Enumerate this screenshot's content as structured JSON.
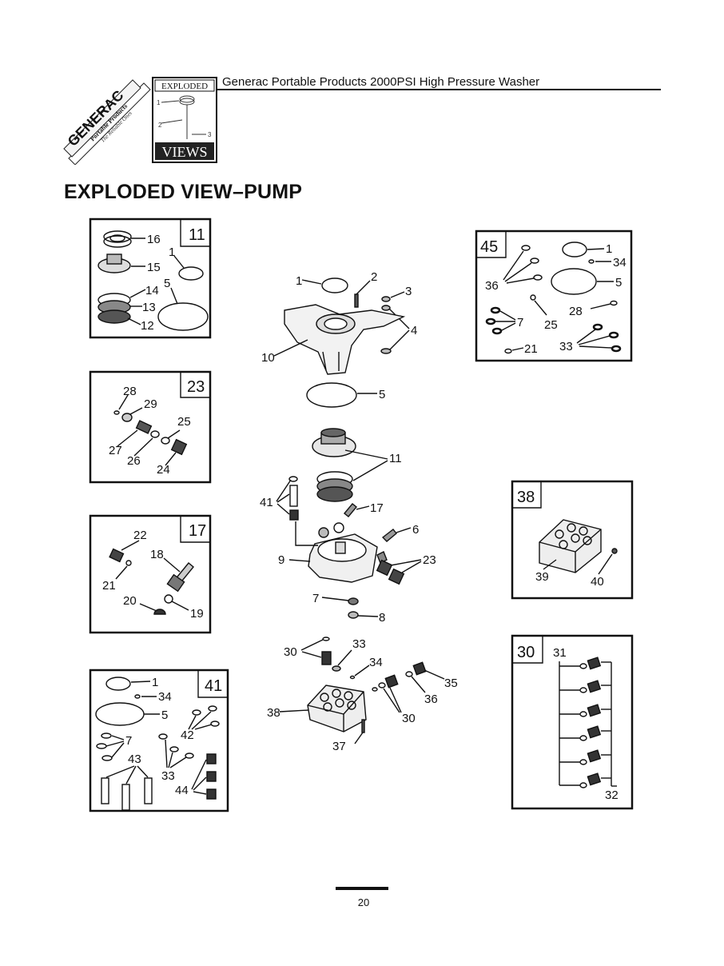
{
  "header": {
    "brand": "GENERAC",
    "brand_sub": "Portable Products",
    "brand_tagline": "The Reliable Ones",
    "badge_top": "EXPLODED",
    "badge_bottom": "VIEWS",
    "title": "Generac Portable Products 2000PSI High Pressure Washer"
  },
  "page_heading": "EXPLODED VIEW–PUMP",
  "page_number": "20",
  "kits": [
    {
      "id": "11",
      "parts": [
        "16",
        "15",
        "14",
        "13",
        "12",
        "1",
        "5"
      ]
    },
    {
      "id": "23",
      "parts": [
        "28",
        "29",
        "27",
        "26",
        "25",
        "24"
      ]
    },
    {
      "id": "17",
      "parts": [
        "22",
        "18",
        "21",
        "20",
        "19"
      ]
    },
    {
      "id": "41",
      "parts": [
        "1",
        "34",
        "5",
        "42",
        "7",
        "43",
        "33",
        "44"
      ]
    },
    {
      "id": "45",
      "parts": [
        "1",
        "34",
        "36",
        "5",
        "7",
        "25",
        "28",
        "21",
        "33"
      ]
    },
    {
      "id": "38",
      "parts": [
        "39",
        "40"
      ]
    },
    {
      "id": "30",
      "parts": [
        "31",
        "32"
      ]
    }
  ],
  "main_callouts": [
    "1",
    "2",
    "3",
    "4",
    "10",
    "5",
    "11",
    "41",
    "17",
    "6",
    "9",
    "23",
    "7",
    "8",
    "30",
    "33",
    "34",
    "35",
    "36",
    "38",
    "37"
  ]
}
